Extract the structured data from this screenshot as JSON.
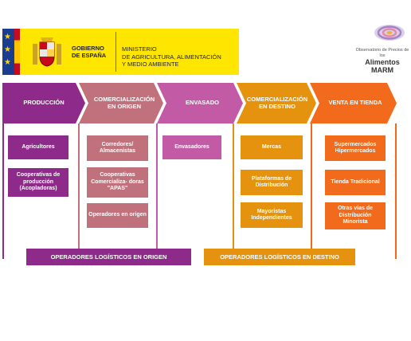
{
  "header": {
    "gobierno": "GOBIERNO DE ESPAÑA",
    "ministerio_lines": [
      "MINISTERIO",
      "DE AGRICULTURA, ALIMENTACIÓN",
      "Y MEDIO AMBIENTE"
    ],
    "observatorio_small": "Observatorio de Precios de los",
    "observatorio_big": [
      "Alimentos",
      "MARM"
    ]
  },
  "stages": [
    {
      "label": "PRODUCCIÓN",
      "color": "#8e2b8a"
    },
    {
      "label": "COMERCIALIZACIÓN EN ORIGEN",
      "color": "#c0717c"
    },
    {
      "label": "ENVASADO",
      "color": "#c35aa6"
    },
    {
      "label": "COMERCIALIZACIÓN EN DESTINO",
      "color": "#e5930f"
    },
    {
      "label": "VENTA EN TIENDA",
      "color": "#f26a1b"
    }
  ],
  "columns": {
    "produccion": [
      "Agricultores",
      "Cooperativas de producción (Acopladoras)"
    ],
    "origen": [
      "Corredores/ Almacenistas",
      "Cooperativas Comercializa- doras \"APAS\"",
      "Operadores en origen"
    ],
    "envasado": [
      "Envasadores"
    ],
    "destino": [
      "Mercas",
      "Plataformas de Distribución",
      "Mayoristas Independientes"
    ],
    "tienda": [
      "Supermercados Hipermercados",
      "Tienda Tradicional",
      "Otras vías de Distribución Minorista"
    ]
  },
  "bars": {
    "origen": "OPERADORES LOGÍSTICOS EN ORIGEN",
    "destino": "OPERADORES LOGÍSTICOS EN DESTINO"
  }
}
